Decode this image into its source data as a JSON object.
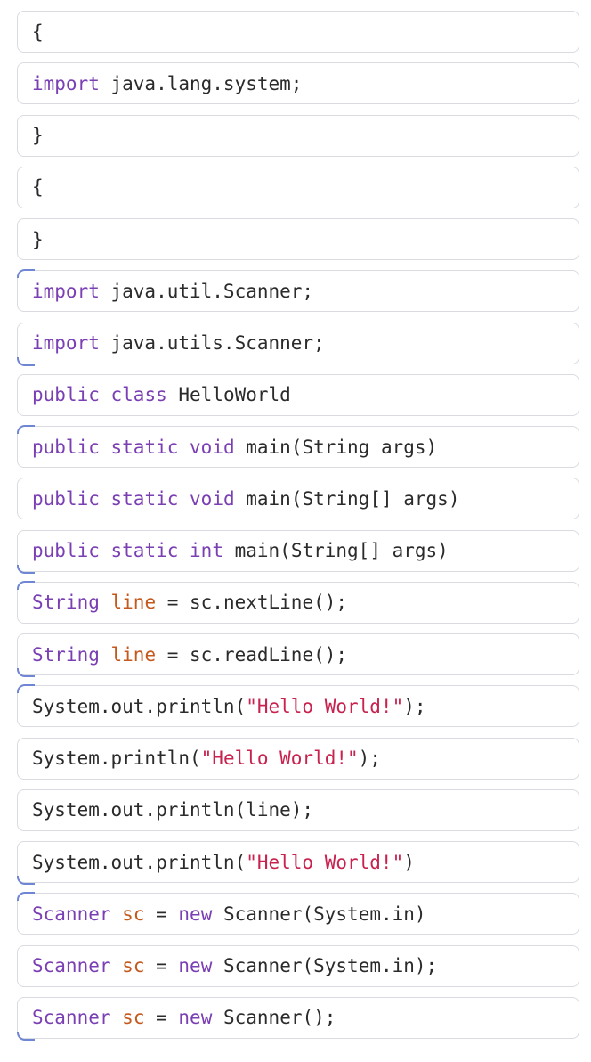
{
  "colors": {
    "keyword": "#7a3fb3",
    "variable": "#c5591d",
    "string": "#c8234f",
    "plain": "#2b2b2b",
    "block_border": "#d9dbe0",
    "group_bracket": "#6e86d4"
  },
  "blocks": [
    {
      "name": "block-open-brace-1",
      "tokens": [
        {
          "t": "{",
          "c": "pl"
        }
      ]
    },
    {
      "name": "block-import-java-lang-system",
      "tokens": [
        {
          "t": "import",
          "c": "kw"
        },
        {
          "t": " java.lang.system;",
          "c": "pl"
        }
      ]
    },
    {
      "name": "block-close-brace-1",
      "tokens": [
        {
          "t": "}",
          "c": "pl"
        }
      ]
    },
    {
      "name": "block-open-brace-2",
      "tokens": [
        {
          "t": "{",
          "c": "pl"
        }
      ]
    },
    {
      "name": "block-close-brace-2",
      "tokens": [
        {
          "t": "}",
          "c": "pl"
        }
      ]
    },
    {
      "name": "block-import-java-util-scanner",
      "group": "start",
      "tokens": [
        {
          "t": "import",
          "c": "kw"
        },
        {
          "t": " java.util.Scanner;",
          "c": "pl"
        }
      ]
    },
    {
      "name": "block-import-java-utils-scanner",
      "group": "end",
      "tokens": [
        {
          "t": "import",
          "c": "kw"
        },
        {
          "t": " java.utils.Scanner;",
          "c": "pl"
        }
      ]
    },
    {
      "name": "block-public-class-helloworld",
      "tokens": [
        {
          "t": "public",
          "c": "kw"
        },
        {
          "t": " ",
          "c": "pl"
        },
        {
          "t": "class",
          "c": "kw"
        },
        {
          "t": " HelloWorld",
          "c": "pl"
        }
      ]
    },
    {
      "name": "block-main-string-args",
      "group": "start",
      "tokens": [
        {
          "t": "public",
          "c": "kw"
        },
        {
          "t": " ",
          "c": "pl"
        },
        {
          "t": "static",
          "c": "kw"
        },
        {
          "t": " ",
          "c": "pl"
        },
        {
          "t": "void",
          "c": "kw"
        },
        {
          "t": " main(String args)",
          "c": "pl"
        }
      ]
    },
    {
      "name": "block-main-string-array-args",
      "tokens": [
        {
          "t": "public",
          "c": "kw"
        },
        {
          "t": " ",
          "c": "pl"
        },
        {
          "t": "static",
          "c": "kw"
        },
        {
          "t": " ",
          "c": "pl"
        },
        {
          "t": "void",
          "c": "kw"
        },
        {
          "t": " main(String[] args)",
          "c": "pl"
        }
      ]
    },
    {
      "name": "block-int-main-string-array-args",
      "group": "end",
      "tokens": [
        {
          "t": "public",
          "c": "kw"
        },
        {
          "t": " ",
          "c": "pl"
        },
        {
          "t": "static",
          "c": "kw"
        },
        {
          "t": " ",
          "c": "pl"
        },
        {
          "t": "int",
          "c": "kw"
        },
        {
          "t": " main(String[] args)",
          "c": "pl"
        }
      ]
    },
    {
      "name": "block-string-line-nextline",
      "group": "start",
      "tokens": [
        {
          "t": "String",
          "c": "kw"
        },
        {
          "t": " ",
          "c": "pl"
        },
        {
          "t": "line",
          "c": "var"
        },
        {
          "t": " = sc.nextLine();",
          "c": "pl"
        }
      ]
    },
    {
      "name": "block-string-line-readline",
      "group": "end",
      "tokens": [
        {
          "t": "String",
          "c": "kw"
        },
        {
          "t": " ",
          "c": "pl"
        },
        {
          "t": "line",
          "c": "var"
        },
        {
          "t": " = sc.readLine();",
          "c": "pl"
        }
      ]
    },
    {
      "name": "block-system-out-println-hello",
      "group": "start",
      "tokens": [
        {
          "t": "System.out.println(",
          "c": "pl"
        },
        {
          "t": "\"Hello World!\"",
          "c": "str"
        },
        {
          "t": ");",
          "c": "pl"
        }
      ]
    },
    {
      "name": "block-system-println-hello",
      "tokens": [
        {
          "t": "System.println(",
          "c": "pl"
        },
        {
          "t": "\"Hello World!\"",
          "c": "str"
        },
        {
          "t": ");",
          "c": "pl"
        }
      ]
    },
    {
      "name": "block-system-out-println-line",
      "tokens": [
        {
          "t": "System.out.println(line);",
          "c": "pl"
        }
      ]
    },
    {
      "name": "block-system-out-println-hello-nosemicolon",
      "group": "end",
      "tokens": [
        {
          "t": "System.out.println(",
          "c": "pl"
        },
        {
          "t": "\"Hello World!\"",
          "c": "str"
        },
        {
          "t": ")",
          "c": "pl"
        }
      ]
    },
    {
      "name": "block-scanner-new-system-in-nosemicolon",
      "group": "start",
      "tokens": [
        {
          "t": "Scanner",
          "c": "kw"
        },
        {
          "t": " ",
          "c": "pl"
        },
        {
          "t": "sc",
          "c": "var"
        },
        {
          "t": " = ",
          "c": "pl"
        },
        {
          "t": "new",
          "c": "kw"
        },
        {
          "t": " Scanner(System.in)",
          "c": "pl"
        }
      ]
    },
    {
      "name": "block-scanner-new-system-in",
      "tokens": [
        {
          "t": "Scanner",
          "c": "kw"
        },
        {
          "t": " ",
          "c": "pl"
        },
        {
          "t": "sc",
          "c": "var"
        },
        {
          "t": " = ",
          "c": "pl"
        },
        {
          "t": "new",
          "c": "kw"
        },
        {
          "t": " Scanner(System.in);",
          "c": "pl"
        }
      ]
    },
    {
      "name": "block-scanner-new-empty",
      "group": "end",
      "tokens": [
        {
          "t": "Scanner",
          "c": "kw"
        },
        {
          "t": " ",
          "c": "pl"
        },
        {
          "t": "sc",
          "c": "var"
        },
        {
          "t": " = ",
          "c": "pl"
        },
        {
          "t": "new",
          "c": "kw"
        },
        {
          "t": " Scanner();",
          "c": "pl"
        }
      ]
    }
  ]
}
